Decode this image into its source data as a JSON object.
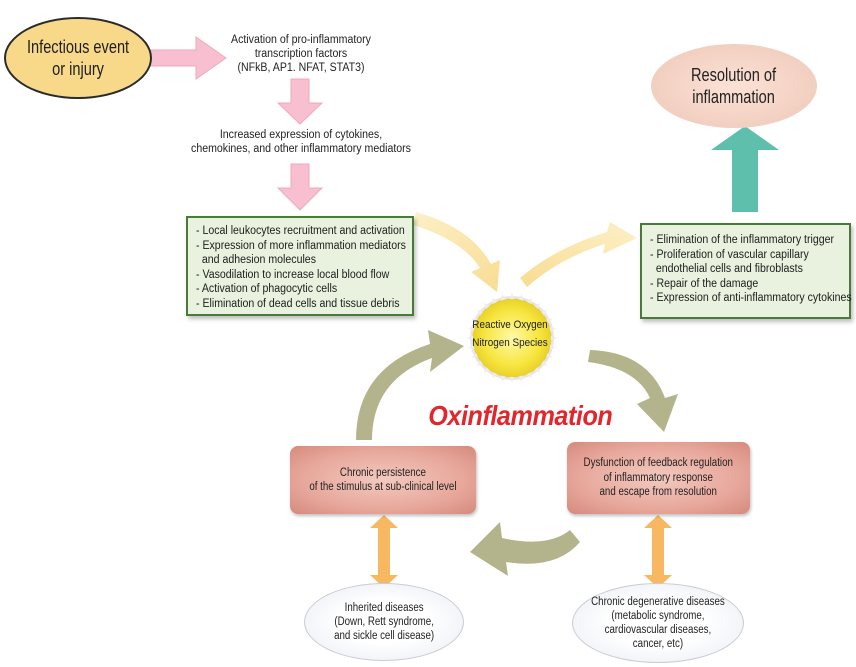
{
  "nodes": {
    "trigger": {
      "lines": [
        "Infectious event",
        "or injury"
      ]
    },
    "transcription": {
      "lines": [
        "Activation of pro-inflammatory",
        "transcription factors",
        "(NFkB, AP1. NFAT, STAT3)"
      ]
    },
    "mediators": {
      "lines": [
        "Increased expression of cytokines,",
        "chemokines, and other inflammatory mediators"
      ]
    },
    "acute_response": {
      "items": [
        "- Local leukocytes recruitment and activation",
        "- Expression of more inflammation mediators",
        "  and adhesion molecules",
        "- Vasodilation to increase local blood flow",
        "- Activation of phagocytic cells",
        "- Elimination of dead cells and tissue debris"
      ]
    },
    "ros": {
      "lines": [
        "Reactive Oxygen",
        "Nitrogen Species"
      ]
    },
    "resolution_steps": {
      "items": [
        "- Elimination of the inflammatory trigger",
        "- Proliferation of vascular capillary",
        "  endothelial cells and fibroblasts",
        "- Repair of the damage",
        "- Expression of anti-inflammatory cytokines"
      ]
    },
    "resolution": {
      "lines": [
        "Resolution of",
        "inflammation"
      ]
    },
    "oxinflammation": {
      "title": "Oxinflammation"
    },
    "chronic_persistence": {
      "lines": [
        "Chronic persistence",
        "of the stimulus at sub-clinical level"
      ]
    },
    "dysfunction": {
      "lines": [
        "Dysfunction of feedback regulation",
        "of inflammatory response",
        "and escape from resolution"
      ]
    },
    "inherited": {
      "lines": [
        "Inherited diseases",
        "(Down, Rett syndrome,",
        "and sickle cell disease)"
      ]
    },
    "degenerative": {
      "lines": [
        "Chronic degenerative diseases",
        "(metabolic syndrome,",
        "cardiovascular diseases,",
        "cancer, etc)"
      ]
    }
  },
  "colors": {
    "pink_arrow": "#f7bfd0",
    "yellow_arrow": "#fbe6b0",
    "teal_arrow": "#5fbfad",
    "olive_arrow": "#b4b48c",
    "orange_arrow": "#f8b862",
    "ros_fill": "#f6e43c",
    "title_red": "#e3262c",
    "green_box_border": "#4a7a3a",
    "green_box_fill": "#e8f2df"
  }
}
